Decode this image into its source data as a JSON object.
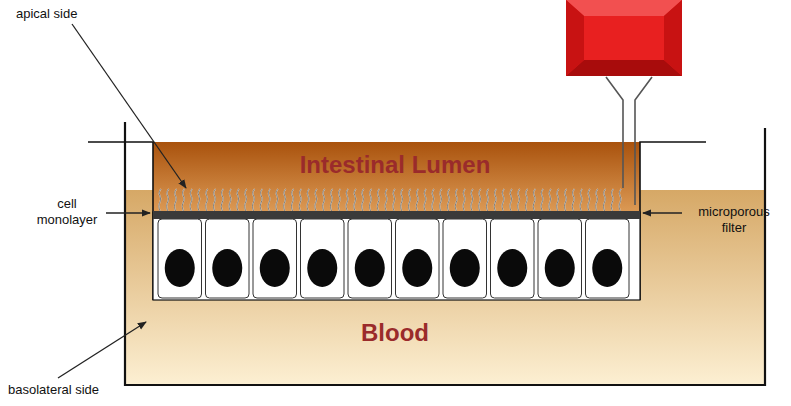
{
  "diagram": {
    "labels": [
      "apical side",
      "Intestinal Lumen",
      "cell monolayer",
      "microporous filter",
      "Blood",
      "basolateral side"
    ]
  }
}
